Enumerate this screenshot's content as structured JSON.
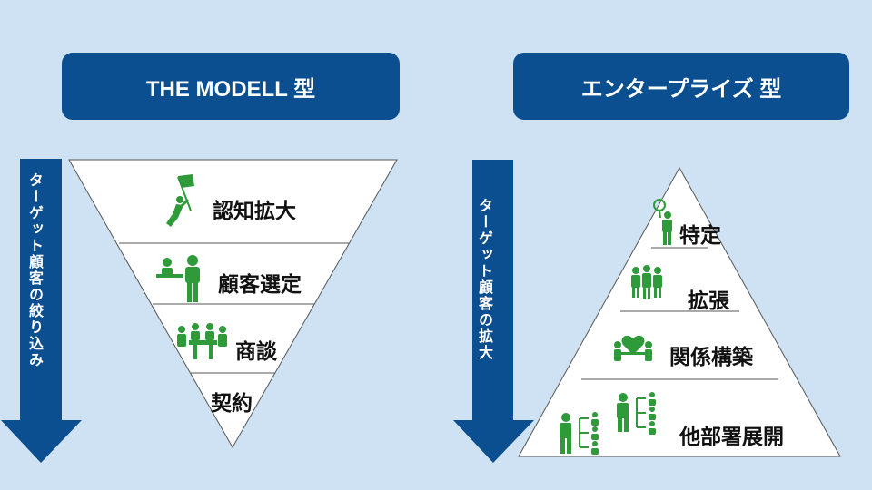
{
  "left": {
    "title": "THE MODELL 型",
    "arrow_label": "ターゲット顧客の絞り込み",
    "stages": [
      {
        "label": "認知拡大",
        "icon": "flag-person-icon"
      },
      {
        "label": "顧客選定",
        "icon": "person-desk-icon"
      },
      {
        "label": "商談",
        "icon": "meeting-table-icon"
      },
      {
        "label": "契約",
        "icon": ""
      }
    ]
  },
  "right": {
    "title": "エンタープライズ 型",
    "arrow_label": "ターゲット顧客の拡大",
    "stages": [
      {
        "label": "特定",
        "icon": "magnifier-person-icon"
      },
      {
        "label": "拡張",
        "icon": "group-people-icon"
      },
      {
        "label": "関係構築",
        "icon": "heart-handshake-icon"
      },
      {
        "label": "他部署展開",
        "icon": "org-chart-people-icon"
      }
    ]
  },
  "colors": {
    "background": "#cfe2f3",
    "title_box": "#0b4f90",
    "arrow": "#0b4f90",
    "shape_fill": "#ffffff",
    "icon": "#2e9a3a"
  }
}
